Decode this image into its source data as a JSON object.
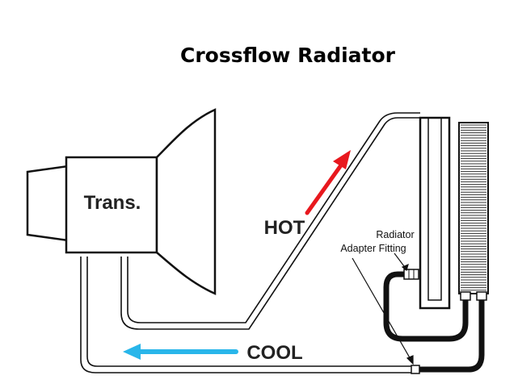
{
  "title": "Crossflow Radiator",
  "labels": {
    "trans": "Trans.",
    "hot": "HOT",
    "cool": "COOL",
    "fitting_line1": "Radiator",
    "fitting_line2": "Adapter Fitting"
  },
  "colors": {
    "hot_arrow": "#e8181e",
    "cool_arrow": "#29b6ea",
    "outline": "#111111",
    "background": "#ffffff"
  }
}
